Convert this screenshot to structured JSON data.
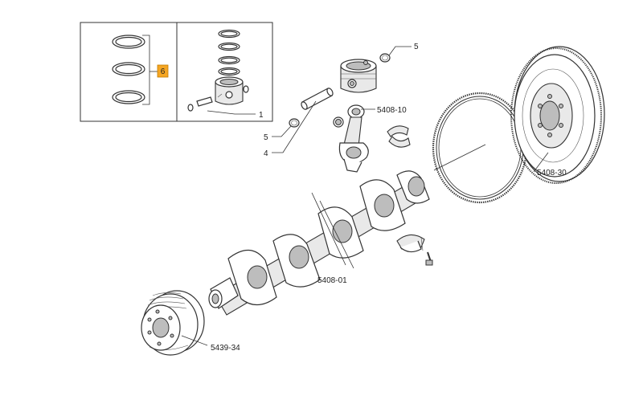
{
  "callouts": {
    "rings_set": "6",
    "piston_assembly": "1",
    "circlip_top": "5",
    "circlip_bottom": "5",
    "piston_pin": "4",
    "connecting_rod": "5408-10",
    "flywheel": "5408-30",
    "crankshaft": "5408-01",
    "damper_pulley": "5439-34"
  },
  "colors": {
    "highlight_fill": "#f5a623",
    "highlight_border": "#c47c00",
    "line": "#333333"
  }
}
